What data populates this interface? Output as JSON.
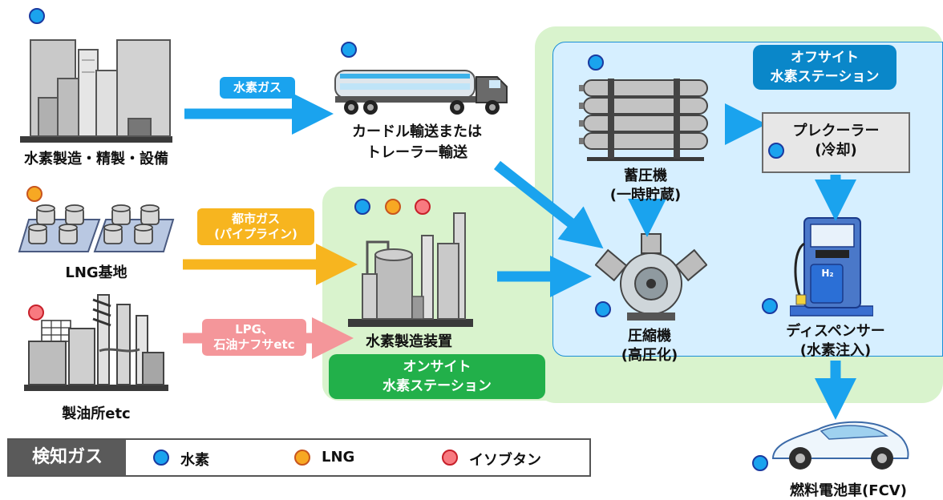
{
  "colors": {
    "hydrogen": "#1aa3ee",
    "lng": "#f7a823",
    "lpg": "#f87a80",
    "onsite_bg": "#d9f3cd",
    "offsite_bg": "#d6efff",
    "onsite_title_bg": "#22b04a",
    "offsite_title_bg": "#0a87c9"
  },
  "sources": {
    "hydrogen_plant": "水素製造・精製・設備",
    "lng_base": "LNG基地",
    "refinery": "製油所etc"
  },
  "transport": {
    "hydrogen_gas_tag": "水素ガス",
    "city_gas_tag_line1": "都市ガス",
    "city_gas_tag_line2": "(パイプライン)",
    "lpg_tag_line1": "LPG、",
    "lpg_tag_line2": "石油ナフサetc",
    "truck_label_line1": "カードル輸送または",
    "truck_label_line2": "トレーラー輸送"
  },
  "onsite": {
    "title_line1": "オンサイト",
    "title_line2": "水素ステーション",
    "unit_label": "水素製造装置"
  },
  "offsite": {
    "title_line1": "オフサイト",
    "title_line2": "水素ステーション",
    "accumulator_line1": "蓄圧機",
    "accumulator_line2": "(一時貯蔵)",
    "precooler_line1": "プレクーラー",
    "precooler_line2": "(冷却)",
    "compressor_line1": "圧縮機",
    "compressor_line2": "(高圧化)",
    "dispenser_line1": "ディスペンサー",
    "dispenser_line2": "(水素注入)",
    "dispenser_badge": "H₂"
  },
  "vehicle": {
    "label": "燃料電池車(FCV)"
  },
  "legend": {
    "title": "検知ガス",
    "items": [
      {
        "label": "水素",
        "gas": "hydrogen"
      },
      {
        "label": "LNG",
        "gas": "lng"
      },
      {
        "label": "イソブタン",
        "gas": "lpg"
      }
    ]
  }
}
